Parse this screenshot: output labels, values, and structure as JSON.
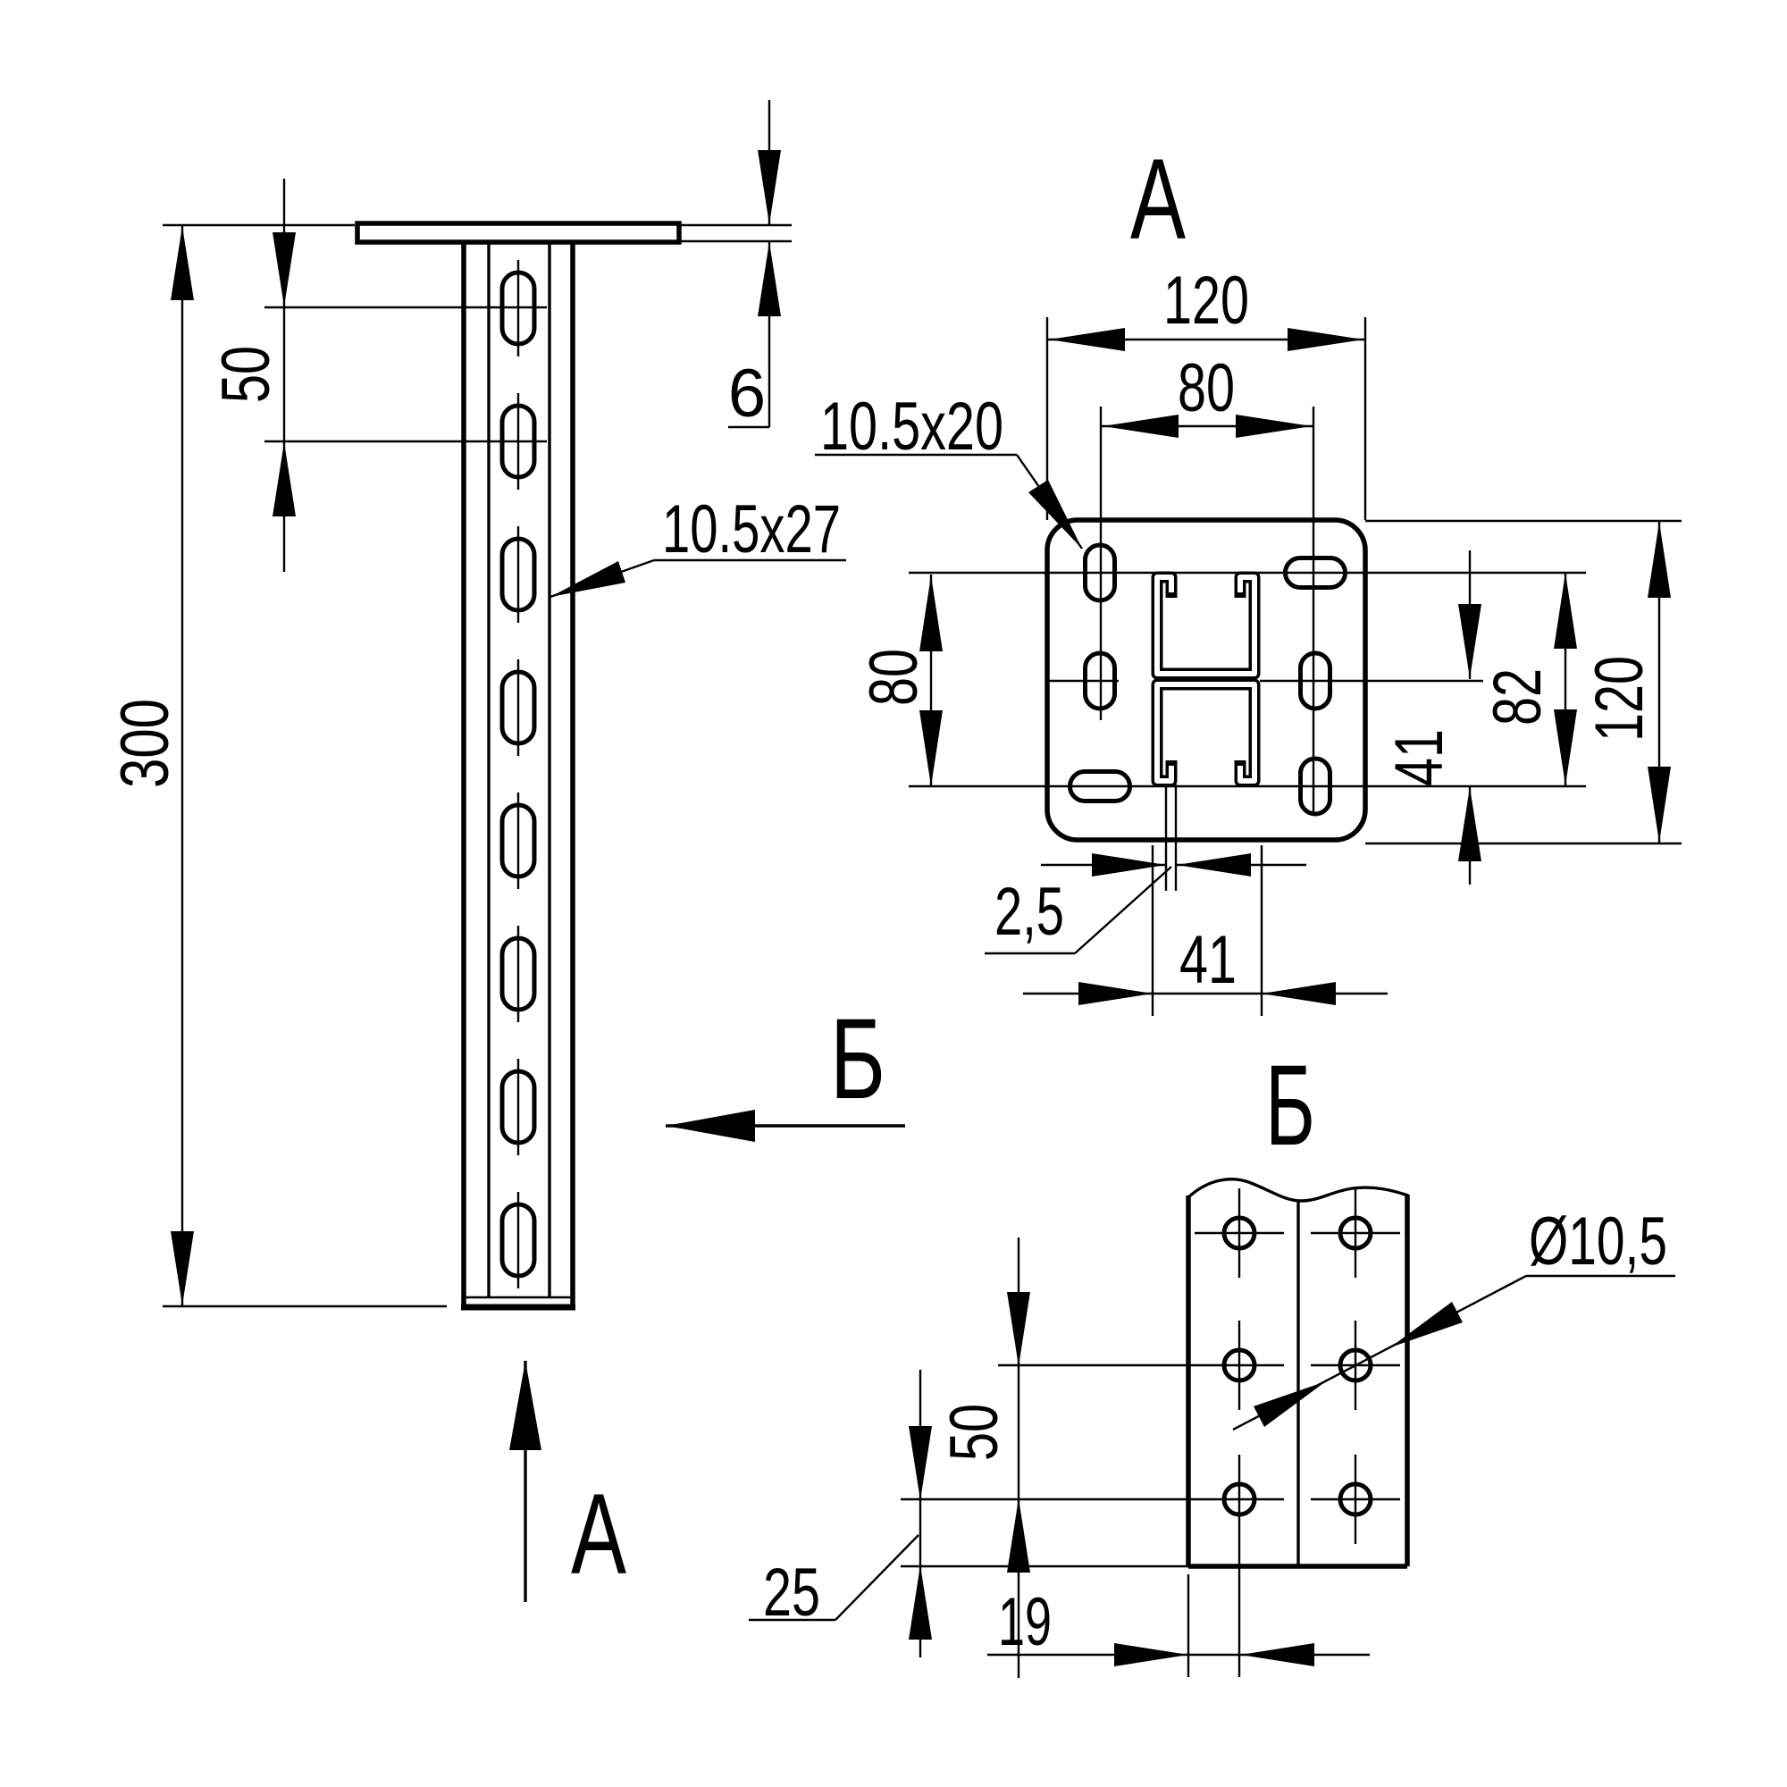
{
  "drawing": {
    "front_view": {
      "dim_length": "300",
      "dim_slot_spacing": "50",
      "dim_plate_thickness": "6",
      "slot_size_label": "10.5x27",
      "section_arrow_b": "Б",
      "section_arrow_a": "А"
    },
    "view_a": {
      "title": "А",
      "dim_plate_width": "120",
      "dim_slot_cols": "80",
      "slot_size_label": "10.5x20",
      "dim_slot_rows": "80",
      "dim_profile_depth": "82",
      "dim_profile_half": "41",
      "dim_plate_height": "120",
      "dim_wall_thickness": "2,5",
      "dim_profile_width": "41"
    },
    "view_b": {
      "title": "Б",
      "hole_label": "Ø10,5",
      "dim_hole_spacing": "50",
      "dim_edge_offset": "25",
      "dim_hole_offset": "19"
    }
  },
  "colors": {
    "line": "#000000",
    "background": "#ffffff"
  }
}
